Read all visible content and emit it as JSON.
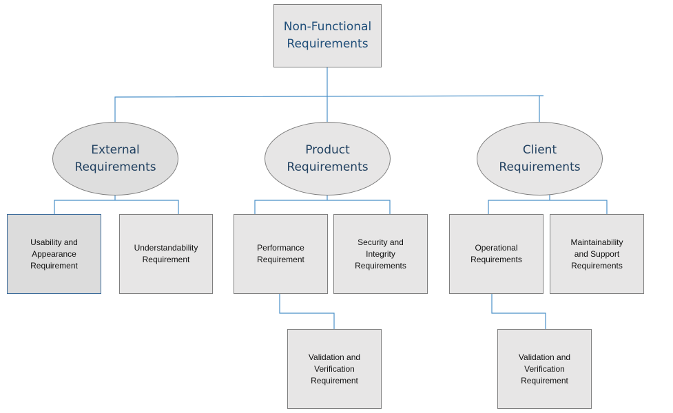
{
  "root": {
    "label": "Non-Functional\nRequirements"
  },
  "categories": [
    {
      "label": "External\nRequirements"
    },
    {
      "label": "Product\nRequirements"
    },
    {
      "label": "Client\nRequirements"
    }
  ],
  "requirements": {
    "usability": "Usability and\nAppearance\nRequirement",
    "understandability": "Understandability\nRequirement",
    "performance": "Performance\nRequirement",
    "security": "Security and\nIntegrity\nRequirements",
    "operational": "Operational\nRequirements",
    "maintainability": "Maintainability\nand Support\nRequirements",
    "validation_product": "Validation and\nVerification\nRequirement",
    "validation_client": "Validation and\nVerification\nRequirement"
  },
  "colors": {
    "connector": "#4a90c8",
    "box_fill": "#e7e6e6",
    "box_border": "#7f7f7f",
    "title_text": "#1f4e79"
  }
}
